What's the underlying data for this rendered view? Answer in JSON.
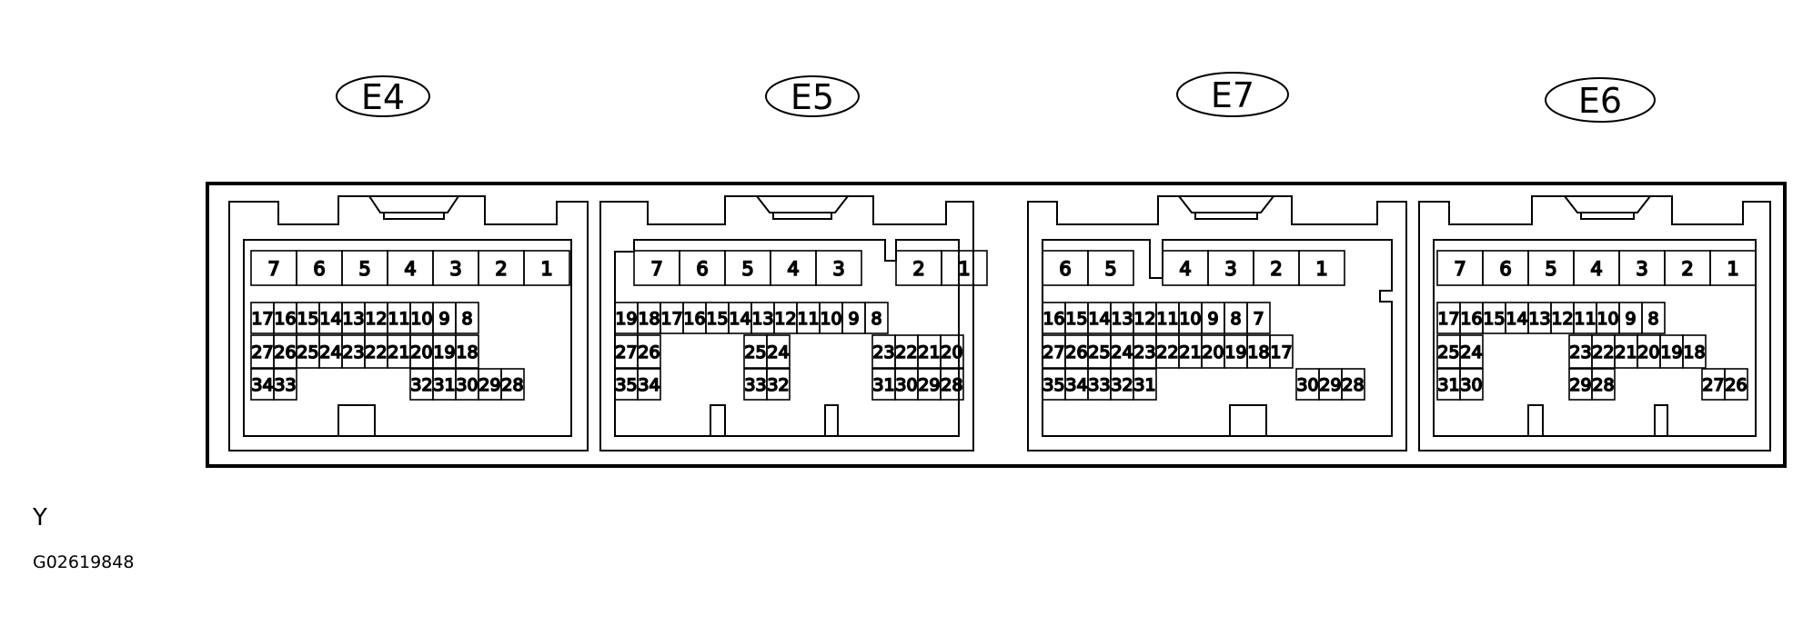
{
  "corner_mark": "Y",
  "figure_code": "G02619848",
  "colors": {
    "ink": "#000000",
    "paper": "#ffffff"
  },
  "connectors": [
    {
      "name": "E4",
      "rows": [
        [
          "7",
          "6",
          "5",
          "4",
          "3",
          "2",
          "1"
        ],
        [
          "17",
          "16",
          "15",
          "14",
          "13",
          "12",
          "11",
          "10",
          "9",
          "8"
        ],
        [
          "27",
          "26",
          "25",
          "24",
          "23",
          "22",
          "21",
          "20",
          "19",
          "18"
        ],
        [
          "34",
          "33",
          "32",
          "31",
          "30",
          "29",
          "28"
        ]
      ]
    },
    {
      "name": "E5",
      "rows": [
        [
          "7",
          "6",
          "5",
          "4",
          "3",
          "2",
          "1"
        ],
        [
          "19",
          "18",
          "17",
          "16",
          "15",
          "14",
          "13",
          "12",
          "11",
          "10",
          "9",
          "8"
        ],
        [
          "27",
          "26",
          "25",
          "24",
          "23",
          "22",
          "21",
          "20"
        ],
        [
          "35",
          "34",
          "33",
          "32",
          "31",
          "30",
          "29",
          "28"
        ]
      ]
    },
    {
      "name": "E7",
      "rows": [
        [
          "6",
          "5",
          "4",
          "3",
          "2",
          "1"
        ],
        [
          "16",
          "15",
          "14",
          "13",
          "12",
          "11",
          "10",
          "9",
          "8",
          "7"
        ],
        [
          "27",
          "26",
          "25",
          "24",
          "23",
          "22",
          "21",
          "20",
          "19",
          "18",
          "17"
        ],
        [
          "35",
          "34",
          "33",
          "32",
          "31",
          "30",
          "29",
          "28"
        ]
      ]
    },
    {
      "name": "E6",
      "rows": [
        [
          "7",
          "6",
          "5",
          "4",
          "3",
          "2",
          "1"
        ],
        [
          "17",
          "16",
          "15",
          "14",
          "13",
          "12",
          "11",
          "10",
          "9",
          "8"
        ],
        [
          "25",
          "24",
          "23",
          "22",
          "21",
          "20",
          "19",
          "18"
        ],
        [
          "31",
          "30",
          "29",
          "28",
          "27",
          "26"
        ]
      ]
    }
  ]
}
